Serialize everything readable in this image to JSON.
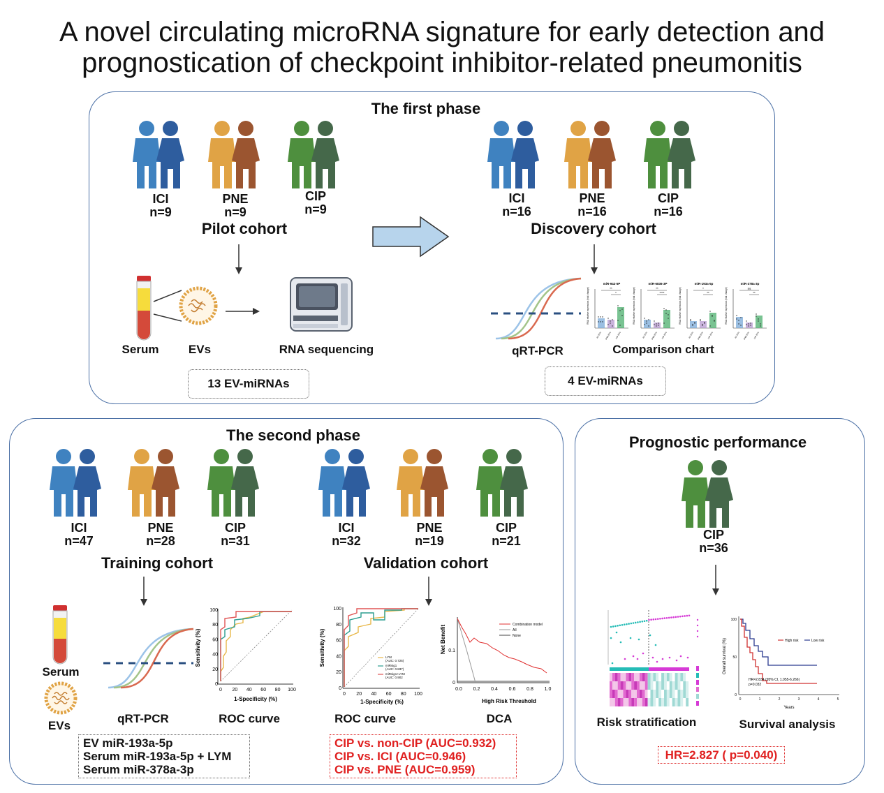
{
  "title": {
    "line1": "A novel circulating microRNA signature for early detection and",
    "line2": "prognostication of checkpoint inhibitor-related pneumonitis"
  },
  "colors": {
    "ici": "#3f82c0",
    "ici_dark": "#2e5d9e",
    "pne": "#e0a345",
    "pne_dark": "#9b5530",
    "cip": "#4e8f3e",
    "cip_dark": "#45684a",
    "panel_border": "#4a6fa5",
    "accent_red": "#e02020"
  },
  "phase1": {
    "header": "The first phase",
    "pilot": {
      "name": "Pilot cohort",
      "groups": [
        {
          "label": "ICI",
          "n": "n=9"
        },
        {
          "label": "PNE",
          "n": "n=9"
        },
        {
          "label": "CIP",
          "n": "n=9"
        }
      ]
    },
    "discovery": {
      "name": "Discovery cohort",
      "groups": [
        {
          "label": "ICI",
          "n": "n=16"
        },
        {
          "label": "PNE",
          "n": "n=16"
        },
        {
          "label": "CIP",
          "n": "n=16"
        }
      ]
    },
    "serum_label": "Serum",
    "evs_label": "EVs",
    "rnaseq_label": "RNA sequencing",
    "qrtpcr_label": "qRT-PCR",
    "comparison_label": "Comparison chart",
    "result_left": "13 EV-miRNAs",
    "result_right": "4 EV-miRNAs",
    "mini_chart_titles": [
      "miR-942-5P",
      "miR-6836-3P",
      "miR-193a-5p",
      "miR-378a-3p"
    ],
    "mini_chart_ylabel": "RNA relative expression (fold change)",
    "mini_chart_xcats": [
      "ICI-EVs",
      "PNE-EVs",
      "CIP-EVs"
    ],
    "mini_chart_sig": [
      [
        "**",
        "*"
      ],
      [
        "**",
        "****"
      ],
      [
        "*",
        "**"
      ],
      [
        "ns",
        "**"
      ]
    ]
  },
  "phase2": {
    "header": "The second phase",
    "training": {
      "name": "Training cohort",
      "groups": [
        {
          "label": "ICI",
          "n": "n=47"
        },
        {
          "label": "PNE",
          "n": "n=28"
        },
        {
          "label": "CIP",
          "n": "n=31"
        }
      ]
    },
    "validation": {
      "name": "Validation cohort",
      "groups": [
        {
          "label": "ICI",
          "n": "n=32"
        },
        {
          "label": "PNE",
          "n": "n=19"
        },
        {
          "label": "CIP",
          "n": "n=21"
        }
      ]
    },
    "serum_label": "Serum",
    "evs_label": "EVs",
    "qrtpcr_label": "qRT-PCR",
    "roc_label": "ROC curve",
    "roc2_label": "ROC curve",
    "dca_label": "DCA",
    "roc_axes": {
      "xlabel": "1-Specificity (%)",
      "ylabel": "Sensitivity (%)",
      "ticks": [
        "0",
        "20",
        "40",
        "60",
        "80",
        "100"
      ]
    },
    "roc_legend": [
      {
        "name": "LYM",
        "auc": "(AUC: 0.725)",
        "color": "#e8b84a"
      },
      {
        "name": "miRsig1",
        "auc": "(AUC: 0.837)",
        "color": "#2a9d8f"
      },
      {
        "name": "miRsig1+LYM",
        "auc": "(AUC: 0.902",
        "color": "#e05555"
      }
    ],
    "dca_axes": {
      "xlabel": "High Risk Threshold",
      "ylabel": "Net Benefit",
      "xticks": [
        "0.0",
        "0.2",
        "0.4",
        "0.6",
        "0.8",
        "1.0"
      ],
      "yticks": [
        "0.1",
        "0"
      ]
    },
    "dca_legend": [
      {
        "name": "Combination model",
        "color": "#e03030"
      },
      {
        "name": "All",
        "color": "#999999"
      },
      {
        "name": "None",
        "color": "#444444"
      }
    ],
    "training_results": [
      "EV miR-193a-5p",
      "Serum miR-193a-5p + LYM",
      "Serum miR-378a-3p"
    ],
    "validation_results": [
      "CIP vs. non-CIP (AUC=0.932)",
      "CIP vs. ICI (AUC=0.946)",
      "CIP vs. PNE (AUC=0.959)"
    ]
  },
  "prognostic": {
    "header": "Prognostic performance",
    "group": {
      "label": "CIP",
      "n": "n=36"
    },
    "risk_label": "Risk stratification",
    "survival_label": "Survival analysis",
    "survival_legend": [
      {
        "name": "High risk",
        "color": "#d03030"
      },
      {
        "name": "Low risk",
        "color": "#2a3a8f"
      }
    ],
    "survival_axes": {
      "ylabel": "Overall survival (%)",
      "xlabel": "Years",
      "yticks": [
        "100",
        "50",
        "0"
      ],
      "xticks": [
        "0",
        "1",
        "2",
        "3",
        "4",
        "5"
      ]
    },
    "survival_stats": [
      "HR=2.834 (95% CI, 1.055-6.266)",
      "p=0.032"
    ],
    "result": "HR=2.827 ( p=0.040)"
  }
}
